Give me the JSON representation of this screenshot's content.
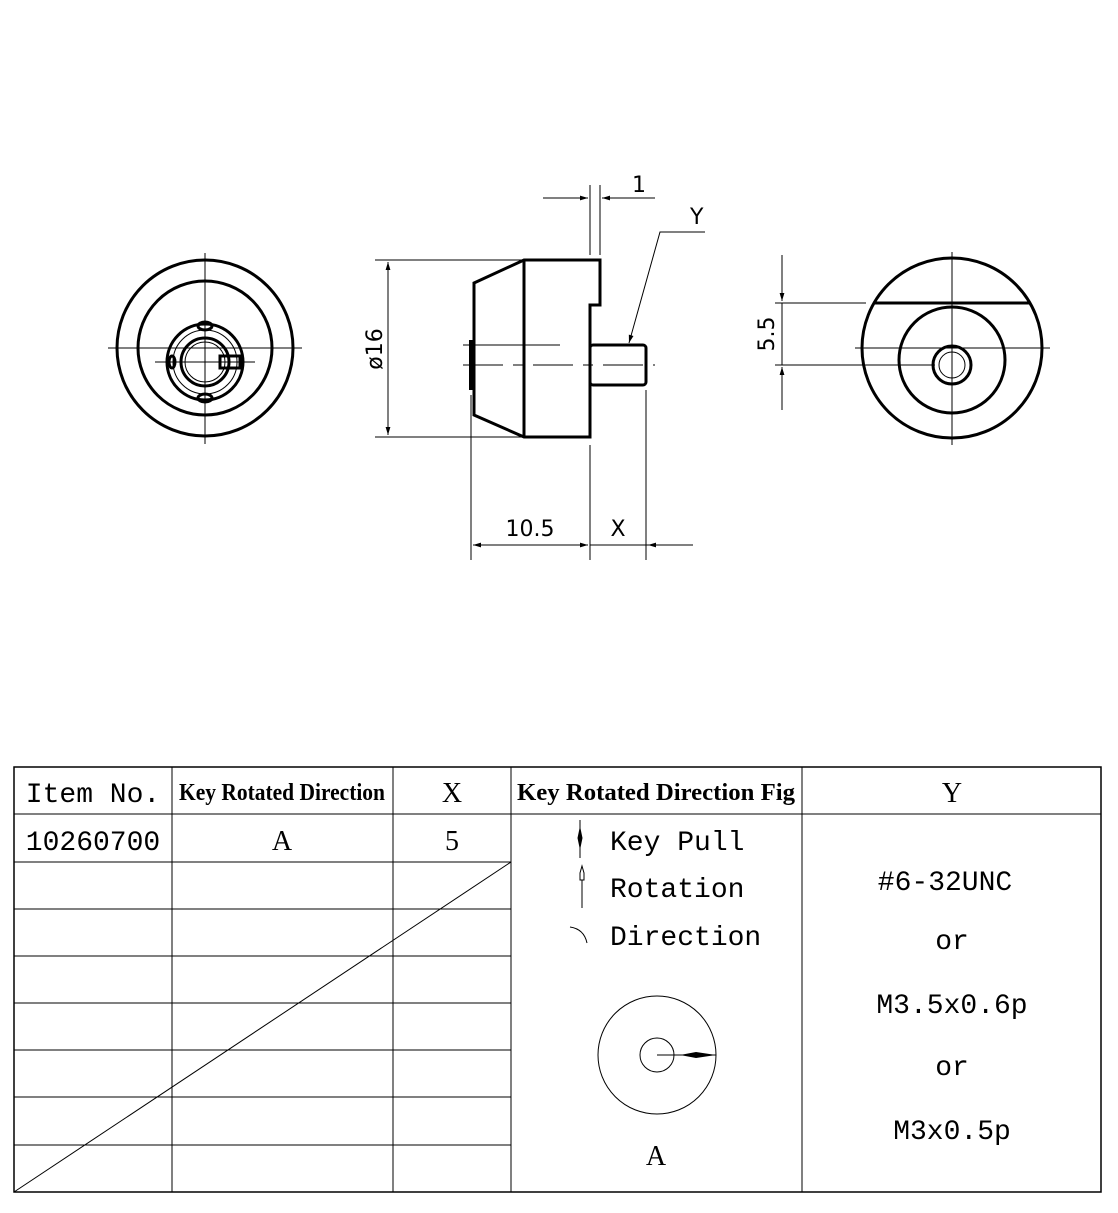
{
  "drawing": {
    "dim_diameter": "ø16",
    "dim_step": "1",
    "dim_length": "10.5",
    "dim_x": "X",
    "dim_y_label": "Y",
    "dim_offset": "5.5"
  },
  "table": {
    "headers": [
      "Item No.",
      "Key Rotated Direction",
      "X",
      "Key Rotated Direction Fig",
      "Y"
    ],
    "rows": [
      {
        "item_no": "10260700",
        "direction": "A",
        "x": "5"
      }
    ],
    "legend": {
      "key_pull": "Key Pull",
      "rotation": "Rotation",
      "direction": "Direction",
      "fig_label": "A"
    },
    "y_values": [
      "#6-32UNC",
      "or",
      "M3.5x0.6p",
      "or",
      "M3x0.5p"
    ]
  }
}
